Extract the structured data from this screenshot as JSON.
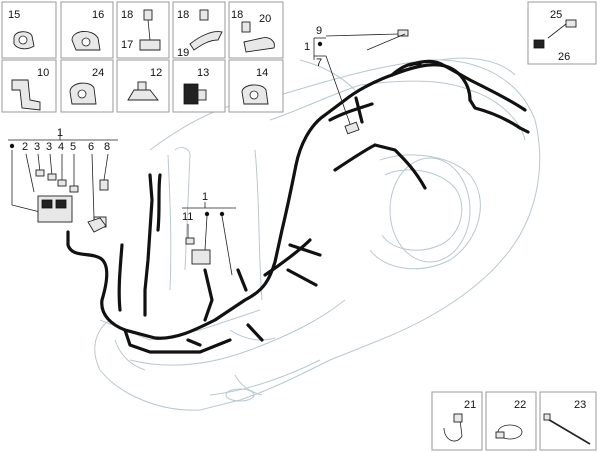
{
  "parts": {
    "p1": "1",
    "p2": "2",
    "p3a": "3",
    "p3b": "3",
    "p4": "4",
    "p5": "5",
    "p6": "6",
    "p7": "7",
    "p8": "8",
    "p9": "9",
    "p10": "10",
    "p11": "11",
    "p12": "12",
    "p13": "13",
    "p14": "14",
    "p15": "15",
    "p16": "16",
    "p17": "17",
    "p18a": "18",
    "p18b": "18",
    "p18c": "18",
    "p19": "19",
    "p20": "20",
    "p21": "21",
    "p22": "22",
    "p23": "23",
    "p24": "24",
    "p25": "25",
    "p26": "26"
  }
}
